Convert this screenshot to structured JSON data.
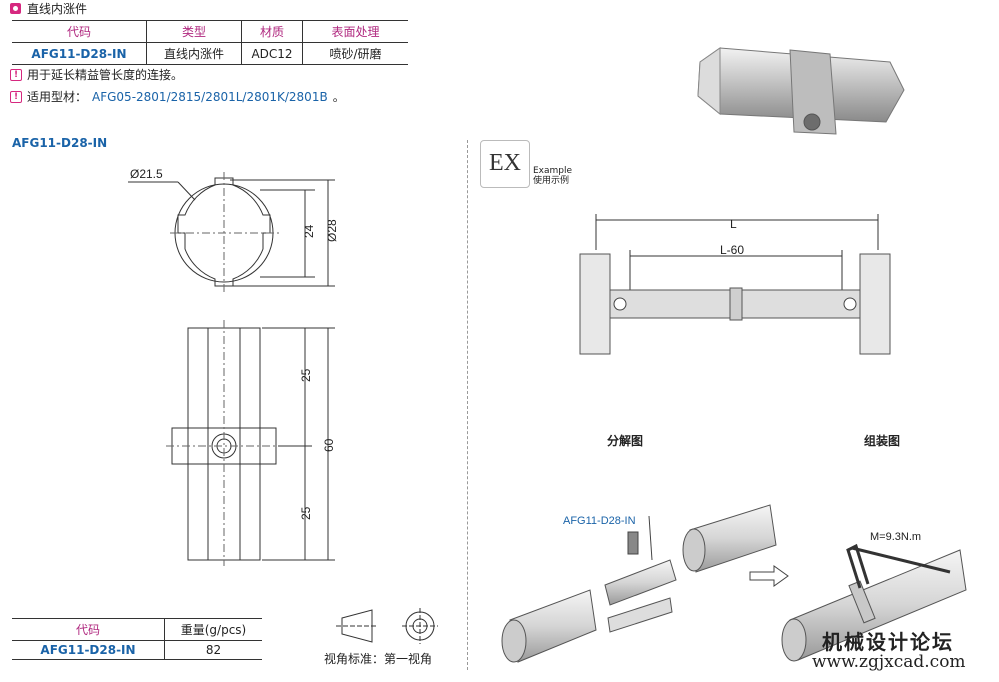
{
  "header": {
    "title": "直线内涨件"
  },
  "spec_table": {
    "headers": [
      "代码",
      "类型",
      "材质",
      "表面处理"
    ],
    "rows": [
      [
        "AFG11-D28-IN",
        "直线内涨件",
        "ADC12",
        "喷砂/研磨"
      ]
    ]
  },
  "notes": [
    {
      "text": "用于延长精益管长度的连接。"
    },
    {
      "prefix": "适用型材：",
      "value": "AFG05-2801/2815/2801L/2801K/2801B",
      "suffix": "。"
    }
  ],
  "drawing": {
    "title": "AFG11-D28-IN",
    "dims": {
      "d1": "Ø21.5",
      "d2": "24",
      "d3": "Ø28",
      "l1": "25",
      "l2": "25",
      "total": "60"
    }
  },
  "weight_table": {
    "headers": [
      "代码",
      "重量(g/pcs)"
    ],
    "rows": [
      [
        "AFG11-D28-IN",
        "82"
      ]
    ]
  },
  "projection": {
    "label": "视角标准：第一视角"
  },
  "example": {
    "badge": "EX",
    "label_en": "Example",
    "label_cn": "使用示例",
    "dim_L": "L",
    "dim_L60": "L-60"
  },
  "captions": {
    "exploded": "分解图",
    "assembled": "组装图"
  },
  "assembly": {
    "part_label": "AFG11-D28-IN",
    "torque": "M=9.3N.m"
  },
  "watermark": {
    "cn": "机械设计论坛",
    "url": "www.zgjxcad.com"
  },
  "colors": {
    "accent": "#d6287f",
    "model": "#1a63a8"
  }
}
